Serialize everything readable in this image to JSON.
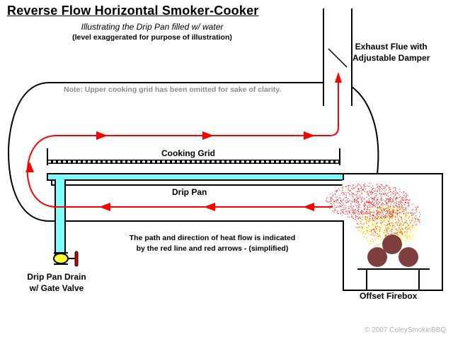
{
  "title": "Reverse Flow Horizontal Smoker-Cooker",
  "subtitle": "Illustrating the Drip Pan filled w/ water",
  "subtitle_note": "(level exaggerated for purpose of illustration)",
  "labels": {
    "exhaust_flue": [
      "Exhaust Flue with",
      "Adjustable Damper"
    ],
    "note": "Note:  Upper cooking grid has been omitted for sake of clarity.",
    "cooking_grid": "Cooking Grid",
    "drip_pan": "Drip Pan",
    "heat_flow": [
      "The path and direction of heat flow is indicated",
      "by the red line and red arrows - (simplified)"
    ],
    "drip_pan_drain": [
      "Drip Pan Drain",
      "w/ Gate Valve"
    ],
    "offset_firebox": "Offset Firebox"
  },
  "copyright": "© 2007 ColeySmokinBBQ",
  "colors": {
    "outline": "#000000",
    "heat_flow": "#ff0000",
    "water": "#80ffff",
    "valve_body": "#ffff33",
    "valve_handle": "#cc0000",
    "logs": "#7f3f3f",
    "flame_yellow": "#ffff66",
    "flame_orange": "#ffa040",
    "note_text": "#8a8a8a",
    "copyright_text": "#b0b0b0"
  }
}
